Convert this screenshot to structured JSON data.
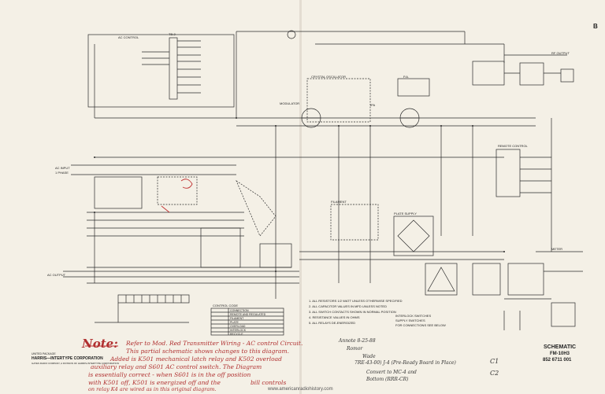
{
  "page_number": "B",
  "title_block": {
    "title": "SCHEMATIC",
    "model": "FM-10H3",
    "drawing_no": "852 6711 001"
  },
  "company": {
    "prefix": "UNITED PACKAGE",
    "name": "HARRIS—INTERTYPE CORPORATION",
    "division": "GATES RADIO COMPANY, A DIVISION OF HARRIS-INTERTYPE CORPORATION"
  },
  "note": {
    "heading": "Note:",
    "lines": [
      "Refer to Mod. Red Transmitter Wiring - AC control Circuit.",
      "This partial schematic shows changes to this diagram.",
      "Added is K501 mechanical latch relay and K502 overload",
      "auxiliary relay and S601 AC control switch. The Diagram",
      "is essentially correct - when S601 is in the off position",
      "with K501 off, K501 is energized off and the "
    ]
  },
  "note_tail": "bill controls",
  "note_last": "on relay K4 are wired as in this original diagram.",
  "hand_note": {
    "line1": "Annote 8-25-88",
    "line2": "Romor",
    "line3": "Wade",
    "line4": "7RE-43-00) J-4 (Pre-Ready Board in Place)",
    "line5": "Convert to MC-4 and",
    "line6": "Bottom (RRR-CR)"
  },
  "watermark": "www.americanradiohistory.com",
  "labels": {
    "ac_control": "AC CONTROL",
    "tb_block": "TB-2",
    "ac_power_in": "AC INPUT",
    "phase": "1 PHASE",
    "crystal_osc": "CRYSTAL OSCILLATOR",
    "modulator": "MODULATOR",
    "ipa": "IPA",
    "pa": "P.A.",
    "plate_supply": "PLATE SUPPLY",
    "filament": "FILAMENT",
    "ac_output": "AC OUTPUT",
    "rf_output": "RF OUTPUT",
    "remote": "REMOTE CONTROL",
    "meter": "METER"
  },
  "table_title": "CONTROL CODE",
  "table_rows": [
    "CONNECTION",
    "REMOTE AND REGULATED",
    "FILAMENT",
    "PLATE",
    "OVERLOAD",
    "INTERLOCK",
    "RECYCLE"
  ],
  "notes_list": [
    "1. ALL RESISTORS 1/2 WATT UNLESS OTHERWISE SPECIFIED",
    "2. ALL CAPACITOR VALUES IN MFD UNLESS NOTED",
    "3. ALL SWITCH CONTACTS SHOWN IN NORMAL POSITION",
    "4. RESISTANCE VALUES IN OHMS",
    "5. ALL RELAYS DE-ENERGIZED"
  ],
  "notes_right": [
    "INTERLOCK SWITCHES",
    "SUPPLY SWITCHES",
    "FOR CONNECTIONS SEE BELOW"
  ],
  "hand_marks": {
    "top": "C1",
    "bottom": "C2"
  }
}
